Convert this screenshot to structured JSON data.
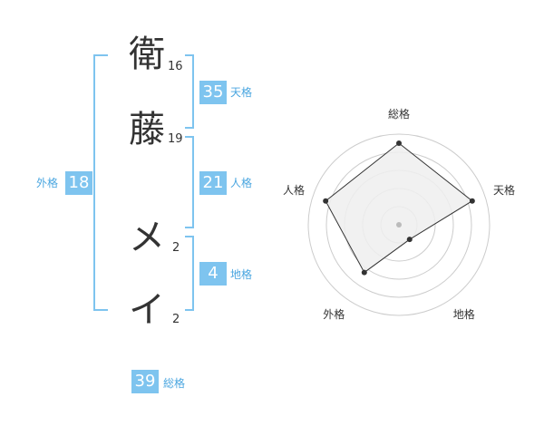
{
  "name": {
    "chars": [
      {
        "char": "衛",
        "strokes": "16"
      },
      {
        "char": "藤",
        "strokes": "19"
      },
      {
        "char": "メ",
        "strokes": "2"
      },
      {
        "char": "イ",
        "strokes": "2"
      }
    ]
  },
  "fortune": {
    "tenkaku": {
      "value": "35",
      "label": "天格"
    },
    "jinkaku": {
      "value": "21",
      "label": "人格"
    },
    "chikaku": {
      "value": "4",
      "label": "地格"
    },
    "gaikaku": {
      "value": "18",
      "label": "外格"
    },
    "soukaku": {
      "value": "39",
      "label": "総格"
    }
  },
  "chart_data": {
    "type": "radar",
    "axes": [
      "総格",
      "天格",
      "地格",
      "外格",
      "人格"
    ],
    "values": [
      0.9,
      0.85,
      0.2,
      0.65,
      0.85
    ],
    "rings": 5,
    "colors": {
      "fill": "#eeeeee",
      "line": "#333333",
      "ring": "#cccccc",
      "center": "#bbbbbb"
    }
  }
}
